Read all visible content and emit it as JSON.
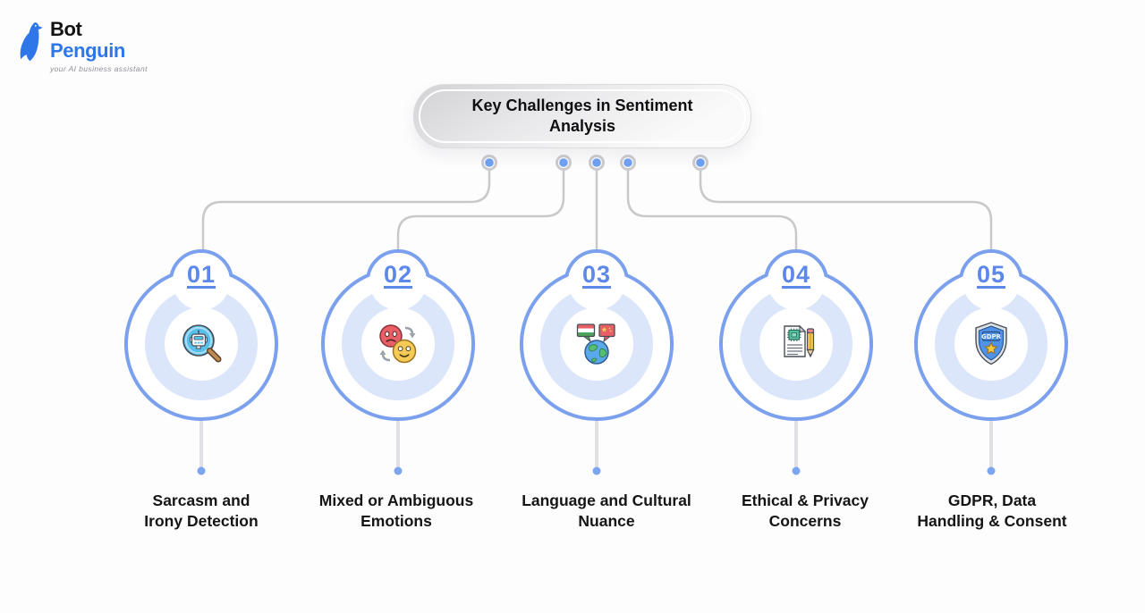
{
  "logo": {
    "brand_top": "Bot",
    "brand_bottom": "Penguin",
    "tagline": "your AI business assistant",
    "icon": "penguin-logo-icon"
  },
  "title": "Key Challenges in Sentiment Analysis",
  "colors": {
    "accent_blue": "#7aa0ee",
    "number_blue": "#5c88e9",
    "inner_ring_fill": "#dbe6fb",
    "connector_gray": "#c9c9cc",
    "brand_blue": "#2e77e8"
  },
  "nodes": [
    {
      "number": "01",
      "icon": "robot-magnifier-icon",
      "label_line1": "Sarcasm and",
      "label_line2": "Irony Detection"
    },
    {
      "number": "02",
      "icon": "emotion-swap-icon",
      "label_line1": "Mixed or Ambiguous",
      "label_line2": "Emotions"
    },
    {
      "number": "03",
      "icon": "globe-flags-icon",
      "label_line1": "Language and Cultural",
      "label_line2": "Nuance"
    },
    {
      "number": "04",
      "icon": "document-chip-pencil-icon",
      "label_line1": "Ethical & Privacy",
      "label_line2": "Concerns"
    },
    {
      "number": "05",
      "icon": "gdpr-shield-icon",
      "label_line1": "GDPR, Data",
      "label_line2": "Handling & Consent"
    }
  ]
}
